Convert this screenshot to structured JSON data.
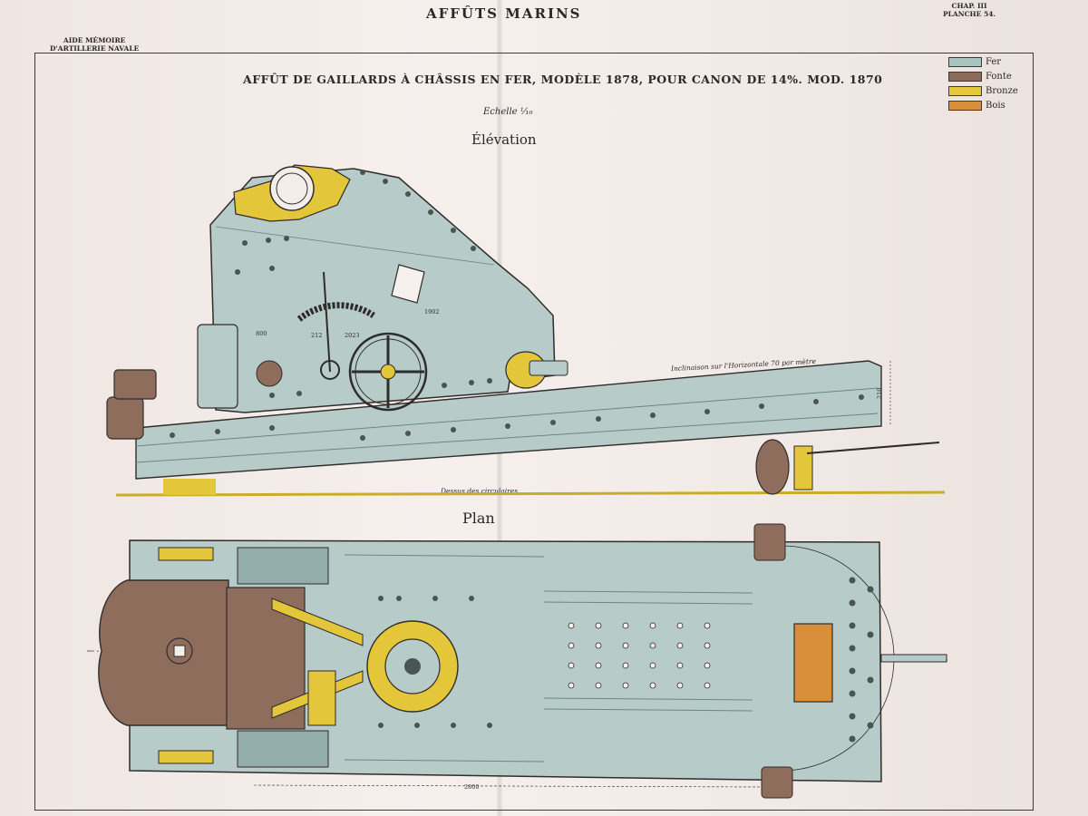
{
  "header": {
    "title": "AFFÛTS MARINS",
    "left_line1": "AIDE MÉMOIRE",
    "left_line2": "D'ARTILLERIE NAVALE",
    "right_line1": "CHAP. III",
    "right_line2": "PLANCHE 54."
  },
  "plate_title": "AFFÛT DE GAILLARDS À CHÂSSIS  EN FER, MODÈLE 1878, POUR CANON DE 14%. MOD. 1870",
  "scale": "Echelle ¹⁄₁₀",
  "views": {
    "elevation": "Élévation",
    "plan": "Plan"
  },
  "notes": {
    "inclination": "Inclinaison sur l'Horizontale 70 par mètre",
    "circulaires": "Dessus des circulaires"
  },
  "legend": [
    {
      "label": "Fer",
      "color": "#a9c3c1"
    },
    {
      "label": "Fonte",
      "color": "#8c6a5a"
    },
    {
      "label": "Bronze",
      "color": "#e6c93a"
    },
    {
      "label": "Bois",
      "color": "#d98e3a"
    }
  ],
  "colors": {
    "iron": "#b7ccc8",
    "iron_dark": "#93adab",
    "cast": "#8f6d5c",
    "bronze": "#e3c63a",
    "wood": "#d98e3a",
    "ink": "#2f2c2b"
  },
  "dimensions": {
    "d1902": "1902",
    "d212": "212",
    "d2023": "2023",
    "d800": "800",
    "d210": "210",
    "d2800": "2800"
  }
}
